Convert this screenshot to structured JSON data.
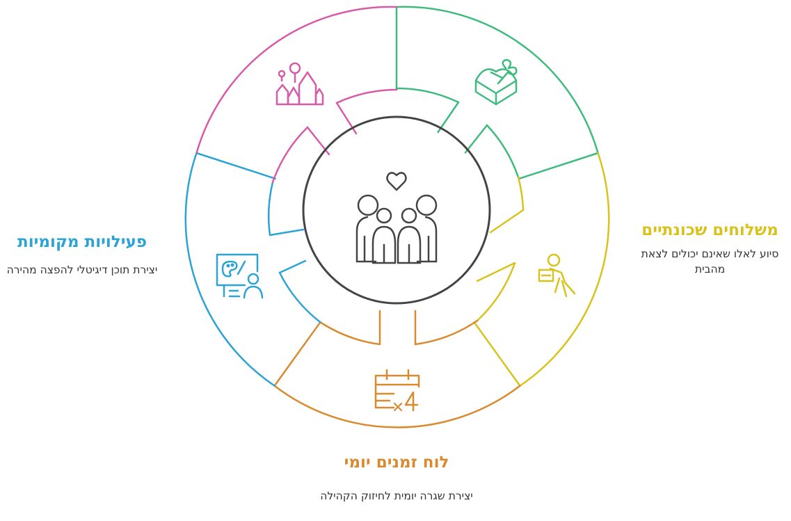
{
  "colors": {
    "green": "#3dbb7d",
    "yellow": "#d9c21c",
    "orange": "#d98a2e",
    "blue": "#2ba3d6",
    "pink": "#d75aa8",
    "center": "#444444"
  },
  "segments": [
    {
      "id": "deliveries",
      "color_key": "yellow",
      "icon": "delivery-person-icon",
      "title": "משלוחים שכונתיים",
      "description": "סיוע לאלו שאינם יכולים לצאת מהבית"
    },
    {
      "id": "schedule",
      "color_key": "orange",
      "icon": "calendar-x4-icon",
      "title": "לוח זמנים יומי",
      "description": "יצירת שגרה יומית לחיזוק הקהילה"
    },
    {
      "id": "activities",
      "color_key": "blue",
      "icon": "digital-art-icon",
      "title": "פעילויות מקומיות",
      "description": "יצירת תוכן דיגיטלי להפצה מהירה"
    }
  ],
  "extra_icons": [
    "gift-box-icon",
    "community-celebration-icon"
  ],
  "center_icon": "family-heart-icon"
}
